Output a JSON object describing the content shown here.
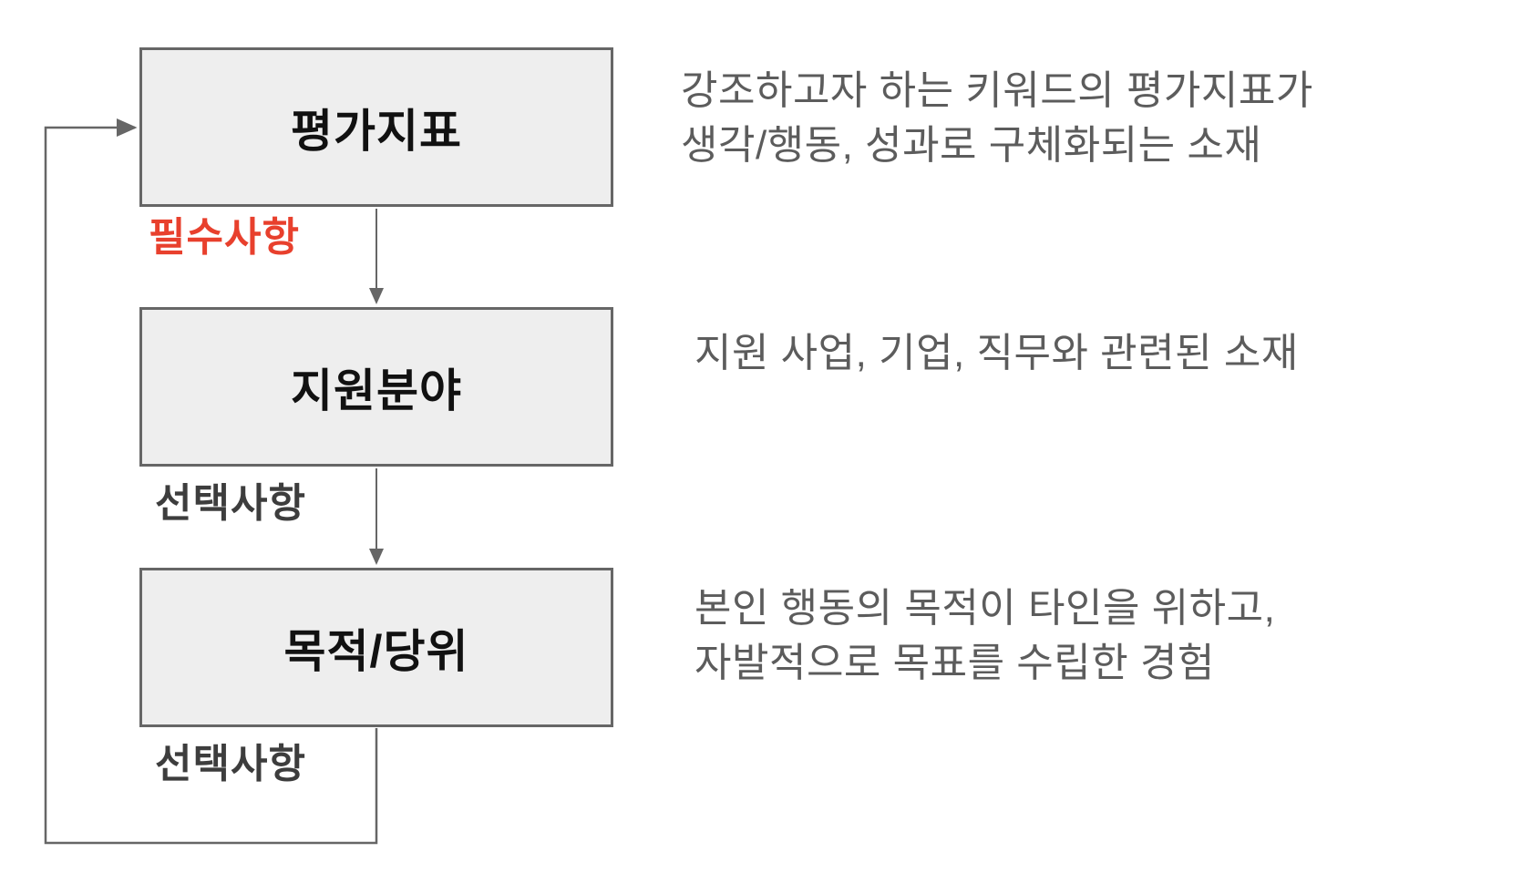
{
  "colors": {
    "box_fill": "#eeeeee",
    "box_border": "#666666",
    "line_color": "#666666",
    "required_red": "#e8402d",
    "tag_dark": "#3d3d3d",
    "desc_gray": "#5c5c5c"
  },
  "flow": {
    "steps": [
      {
        "title": "평가지표",
        "tag": "필수사항",
        "tag_type": "required",
        "description": "강조하고자 하는 키워드의 평가지표가\n생각/행동, 성과로 구체화되는 소재"
      },
      {
        "title": "지원분야",
        "tag": "선택사항",
        "tag_type": "optional",
        "description": "지원 사업, 기업, 직무와 관련된 소재"
      },
      {
        "title": "목적/당위",
        "tag": "선택사항",
        "tag_type": "optional",
        "description": "본인 행동의 목적이 타인을 위하고,\n자발적으로 목표를 수립한 경험"
      }
    ]
  }
}
